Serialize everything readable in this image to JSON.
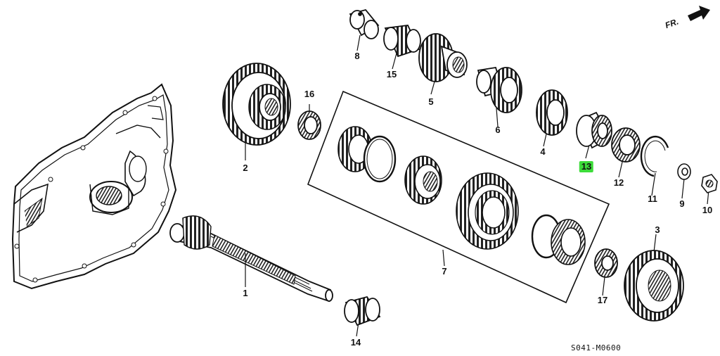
{
  "diagram": {
    "direction_label": "FR.",
    "drawing_code": "S041-M0600",
    "highlight_color": "#3ddc3a",
    "parts": [
      {
        "id": "p1",
        "label": "1"
      },
      {
        "id": "p2",
        "label": "2"
      },
      {
        "id": "p3",
        "label": "3"
      },
      {
        "id": "p4",
        "label": "4"
      },
      {
        "id": "p5",
        "label": "5"
      },
      {
        "id": "p6",
        "label": "6"
      },
      {
        "id": "p7",
        "label": "7"
      },
      {
        "id": "p8",
        "label": "8"
      },
      {
        "id": "p9",
        "label": "9"
      },
      {
        "id": "p10",
        "label": "10"
      },
      {
        "id": "p11",
        "label": "11"
      },
      {
        "id": "p12",
        "label": "12"
      },
      {
        "id": "p13",
        "label": "13",
        "highlighted": true
      },
      {
        "id": "p14",
        "label": "14"
      },
      {
        "id": "p15",
        "label": "15"
      },
      {
        "id": "p16",
        "label": "16"
      },
      {
        "id": "p17",
        "label": "17"
      }
    ]
  }
}
